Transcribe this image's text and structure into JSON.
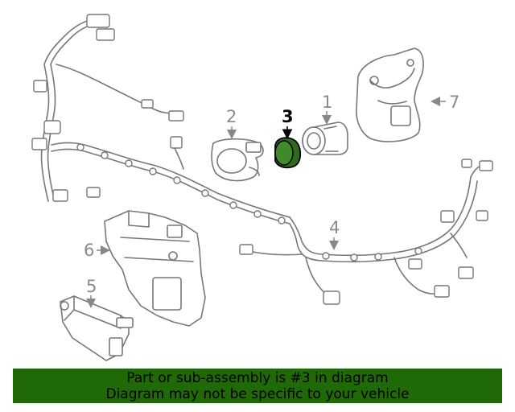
{
  "callouts": {
    "c1": "1",
    "c2": "2",
    "c3": "3",
    "c4": "4",
    "c5": "5",
    "c6": "6",
    "c7": "7"
  },
  "highlight": {
    "callout": "3",
    "color": "#2e6b1e"
  },
  "banner": {
    "line1": "Part or sub-assembly is #3 in diagram",
    "line2": "Diagram may not be specific to your vehicle",
    "background": "#1f6a06"
  }
}
